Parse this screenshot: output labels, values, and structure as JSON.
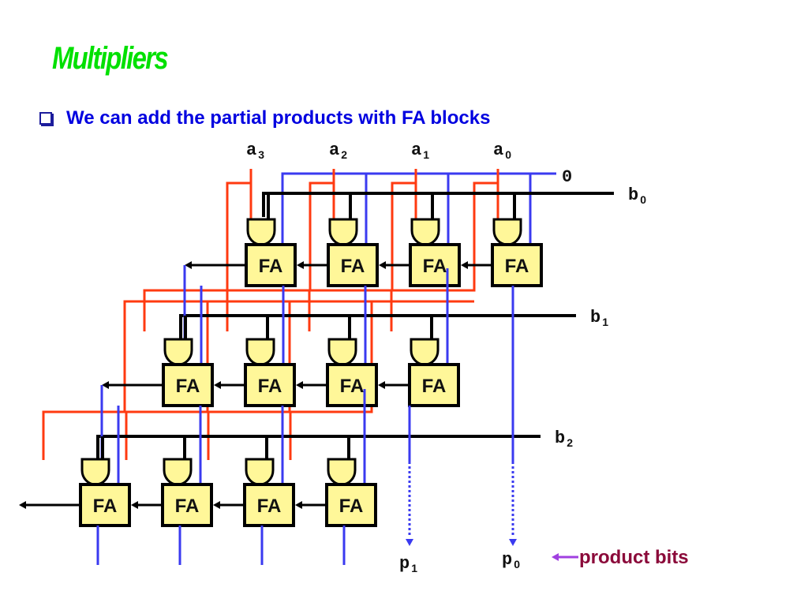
{
  "slide": {
    "title": "Multipliers",
    "bullet": "We can add the partial products with FA blocks"
  },
  "diagram": {
    "fa_label": "FA",
    "zero_label": "0",
    "a_inputs": [
      {
        "base": "a",
        "sub": "3"
      },
      {
        "base": "a",
        "sub": "2"
      },
      {
        "base": "a",
        "sub": "1"
      },
      {
        "base": "a",
        "sub": "0"
      }
    ],
    "b_inputs": [
      {
        "base": "b",
        "sub": "0"
      },
      {
        "base": "b",
        "sub": "1"
      },
      {
        "base": "b",
        "sub": "2"
      }
    ],
    "outputs": [
      {
        "base": "p",
        "sub": "1"
      },
      {
        "base": "p",
        "sub": "0"
      }
    ],
    "annotation": "product bits",
    "rows": 3,
    "columns": 4,
    "colors": {
      "a_wire": "#ff3a10",
      "sum_wire": "#3a3af0",
      "b_wire": "#000000",
      "block_fill": "#fff799",
      "annotation_arrow": "#a040e0",
      "annotation_text": "#8b0a3a",
      "title": "#00e000",
      "bullet": "#0000e0"
    }
  }
}
